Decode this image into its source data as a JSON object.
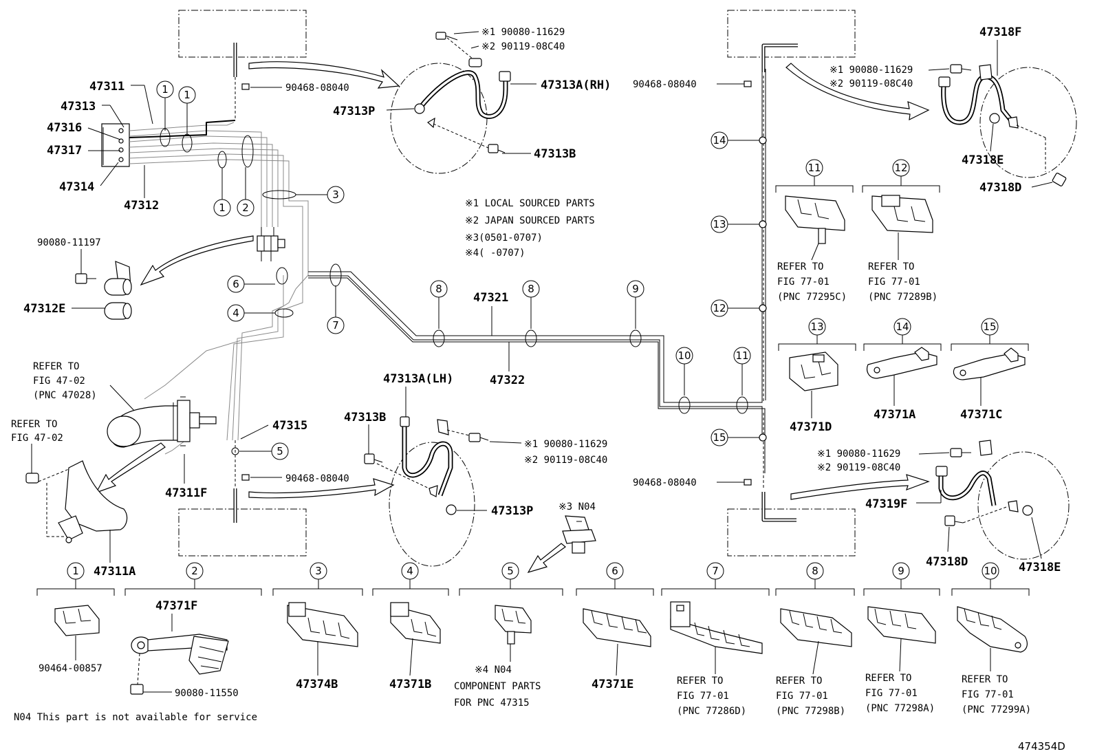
{
  "labels": {
    "p47311": "47311",
    "p47313": "47313",
    "p47316": "47316",
    "p47317": "47317",
    "p47314": "47314",
    "p47312": "47312",
    "p90468a": "90468-08040",
    "p90080_11629a": "※1 90080-11629",
    "p90119a": "※2 90119-08C40",
    "p47313A_RH": "47313A(RH)",
    "p47313P_a": "47313P",
    "p47313B_a": "47313B",
    "p90080_11197": "90080-11197",
    "p47312E": "47312E",
    "refer_47_02a": "REFER TO",
    "refer_47_02b": "FIG 47-02",
    "refer_47_02c": "(PNC 47028)",
    "refer_fig_a": "REFER TO",
    "refer_fig_b": "FIG 47-02",
    "p47321": "47321",
    "p47322": "47322",
    "p47315": "47315",
    "p47311F": "47311F",
    "p47311A": "47311A",
    "p47313A_LH": "47313A(LH)",
    "p47313B_b": "47313B",
    "p90080_11629b": "※1 90080-11629",
    "p90119b": "※2 90119-08C40",
    "p90468b": "90468-08040",
    "p47313P_b": "47313P",
    "p90468c": "90468-08040",
    "p90468d": "90468-08040",
    "p47318F": "47318F",
    "p90080_11629c": "※1 90080-11629",
    "p90119c": "※2 90119-08C40",
    "p47318E_a": "47318E",
    "p47318D_a": "47318D",
    "p90080_11629d": "※1 90080-11629",
    "p90119d": "※2 90119-08C40",
    "p47319F": "47319F",
    "p47318D_b": "47318D",
    "p47318E_b": "47318E",
    "n04_3": "※3 N04"
  },
  "notes": {
    "n1": "※1 LOCAL SOURCED PARTS",
    "n2": "※2 JAPAN SOURCED PARTS",
    "n3": "※3(0501-0707)",
    "n4": "※4(     -0707)"
  },
  "right_clips": {
    "c11": {
      "num": "11",
      "l1": "REFER TO",
      "l2": "FIG 77-01",
      "l3": "(PNC 77295C)"
    },
    "c12": {
      "num": "12",
      "l1": "REFER TO",
      "l2": "FIG 77-01",
      "l3": "(PNC 77289B)"
    },
    "c13": {
      "num": "13",
      "pn": "47371D"
    },
    "c14": {
      "num": "14",
      "pn": "47371A"
    },
    "c15": {
      "num": "15",
      "pn": "47371C"
    }
  },
  "bottom_clips": {
    "c1": {
      "num": "1",
      "pn": "90464-00857"
    },
    "c2": {
      "num": "2",
      "pn": "47371F",
      "sub": "90080-11550"
    },
    "c3": {
      "num": "3",
      "pn": "47374B"
    },
    "c4": {
      "num": "4",
      "pn": "47371B"
    },
    "c5": {
      "num": "5",
      "l1": "※4 N04",
      "l2": "COMPONENT PARTS",
      "l3": "FOR PNC 47315"
    },
    "c6": {
      "num": "6",
      "pn": "47371E"
    },
    "c7": {
      "num": "7",
      "l1": "REFER TO",
      "l2": "FIG 77-01",
      "l3": "(PNC 77286D)"
    },
    "c8": {
      "num": "8",
      "l1": "REFER TO",
      "l2": "FIG 77-01",
      "l3": "(PNC 77298B)"
    },
    "c9": {
      "num": "9",
      "l1": "REFER TO",
      "l2": "FIG 77-01",
      "l3": "(PNC 77298A)"
    },
    "c10": {
      "num": "10",
      "l1": "REFER TO",
      "l2": "FIG 77-01",
      "l3": "(PNC 77299A)"
    }
  },
  "callouts": [
    "1",
    "1",
    "1",
    "2",
    "3",
    "4",
    "5",
    "6",
    "7",
    "8",
    "8",
    "9",
    "10",
    "11",
    "12",
    "13",
    "14",
    "15"
  ],
  "footer": {
    "note": "N04 This part is not available for service",
    "fig_id": "474354D"
  }
}
